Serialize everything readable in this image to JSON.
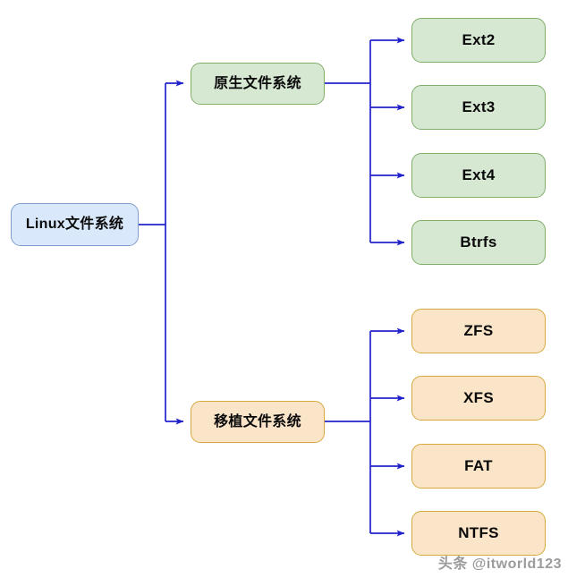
{
  "diagram": {
    "type": "tree-mindmap",
    "root": {
      "label": "Linux文件系统",
      "fill": "#dae8fc",
      "stroke": "#7d9fca"
    },
    "branches": [
      {
        "label": "原生文件系统",
        "fill": "#d6e7d2",
        "stroke": "#7fae68",
        "children": [
          {
            "label": "Ext2"
          },
          {
            "label": "Ext3"
          },
          {
            "label": "Ext4"
          },
          {
            "label": "Btrfs"
          }
        ]
      },
      {
        "label": "移植文件系统",
        "fill": "#fae5c9",
        "stroke": "#d6a93e",
        "children": [
          {
            "label": "ZFS"
          },
          {
            "label": "XFS"
          },
          {
            "label": "FAT"
          },
          {
            "label": "NTFS"
          }
        ]
      }
    ],
    "edge_color": "#2222cc"
  },
  "watermark": {
    "text": "头条 @itworld123"
  }
}
